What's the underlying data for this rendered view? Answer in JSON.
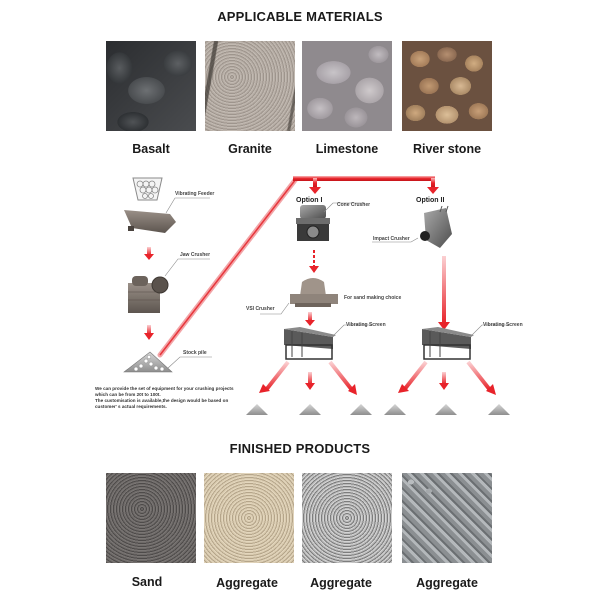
{
  "applicable": {
    "title": "APPLICABLE MATERIALS",
    "items": [
      {
        "label": "Basalt",
        "texture": "basalt"
      },
      {
        "label": "Granite",
        "texture": "granite"
      },
      {
        "label": "Limestone",
        "texture": "limestone"
      },
      {
        "label": "River stone",
        "texture": "river-stone"
      }
    ]
  },
  "flow": {
    "machines": {
      "vibrating_feeder": "Vibrating Feeder",
      "jaw_crusher": "Jaw Crusher",
      "stock_pile": "Stock pile",
      "cone_crusher": "Cone Crusher",
      "impact_crusher": "Impact Crusher",
      "vsi_crusher": "VSI Crusher",
      "sand_choice": "For sand making choice",
      "vibrating_screen_1": "Vibrating Screen",
      "vibrating_screen_2": "Vibrating Screen"
    },
    "options": {
      "option1": "Option I",
      "option2": "Option II"
    },
    "note": {
      "line1": "We can provide the set of equipment for your crushing projects",
      "line2": "which can be from 20t to 100t.",
      "line3": "The customisation is available,the design would be based on",
      "line4": "customer' s actual requirements."
    },
    "colors": {
      "arrow": "#e8232a",
      "arrow_light": "#f4a5a8",
      "machine": "#7a7068"
    }
  },
  "finished": {
    "title": "FINISHED PRODUCTS",
    "items": [
      {
        "label": "Sand",
        "texture": "sand"
      },
      {
        "label": "Aggregate",
        "texture": "aggregate-fine"
      },
      {
        "label": "Aggregate",
        "texture": "aggregate-medium"
      },
      {
        "label": "Aggregate",
        "texture": "aggregate-coarse"
      }
    ]
  }
}
